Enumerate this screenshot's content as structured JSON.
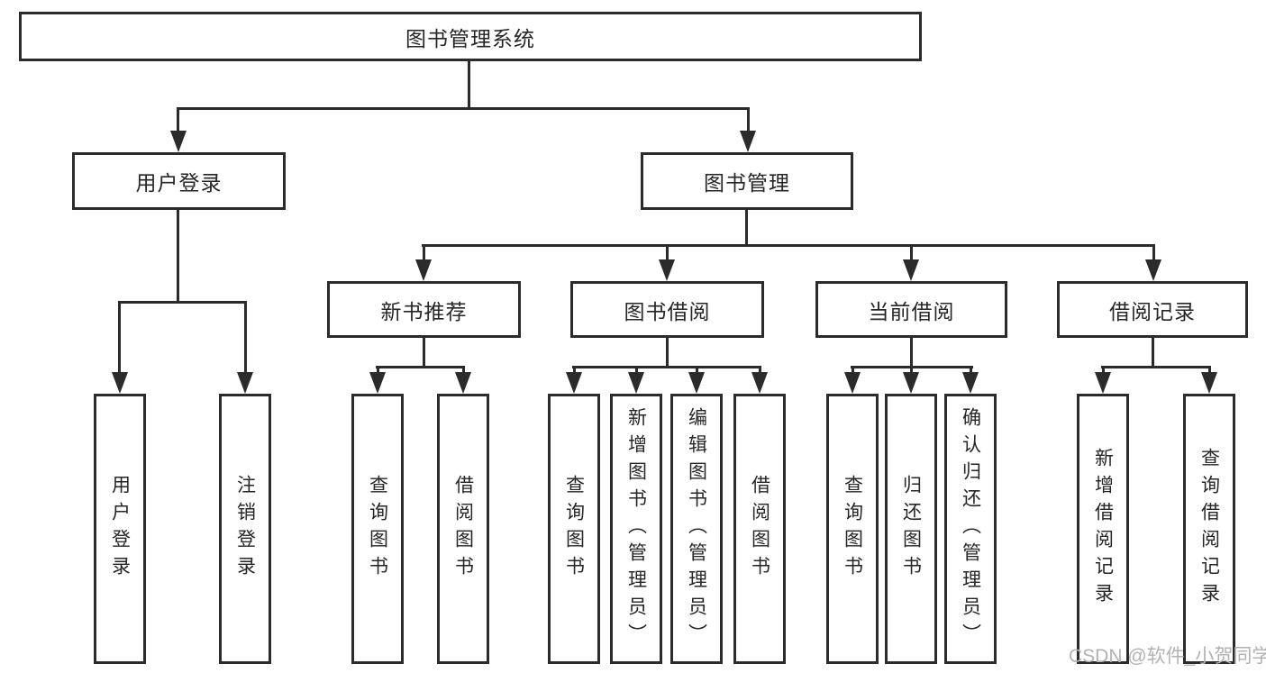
{
  "tree": {
    "root": {
      "label": "图书管理系统",
      "children": [
        {
          "label": "用户登录",
          "children": [
            {
              "label": "用户登录"
            },
            {
              "label": "注销登录"
            }
          ]
        },
        {
          "label": "图书管理",
          "children": [
            {
              "label": "新书推荐",
              "children": [
                {
                  "label": "查询图书"
                },
                {
                  "label": "借阅图书"
                }
              ]
            },
            {
              "label": "图书借阅",
              "children": [
                {
                  "label": "查询图书"
                },
                {
                  "label": "新增图书（管理员）"
                },
                {
                  "label": "编辑图书（管理员）"
                },
                {
                  "label": "借阅图书"
                }
              ]
            },
            {
              "label": "当前借阅",
              "children": [
                {
                  "label": "查询图书"
                },
                {
                  "label": "归还图书"
                },
                {
                  "label": "确认归还（管理员）"
                }
              ]
            },
            {
              "label": "借阅记录",
              "children": [
                {
                  "label": "新增借阅记录"
                },
                {
                  "label": "查询借阅记录"
                }
              ]
            }
          ]
        }
      ]
    }
  },
  "watermark": {
    "text": "CSDN @软件_小贺同学"
  },
  "colors": {
    "line": "#2b2b2b",
    "text": "#262626",
    "watermark": "#b2b2b2",
    "background": "#ffffff"
  }
}
